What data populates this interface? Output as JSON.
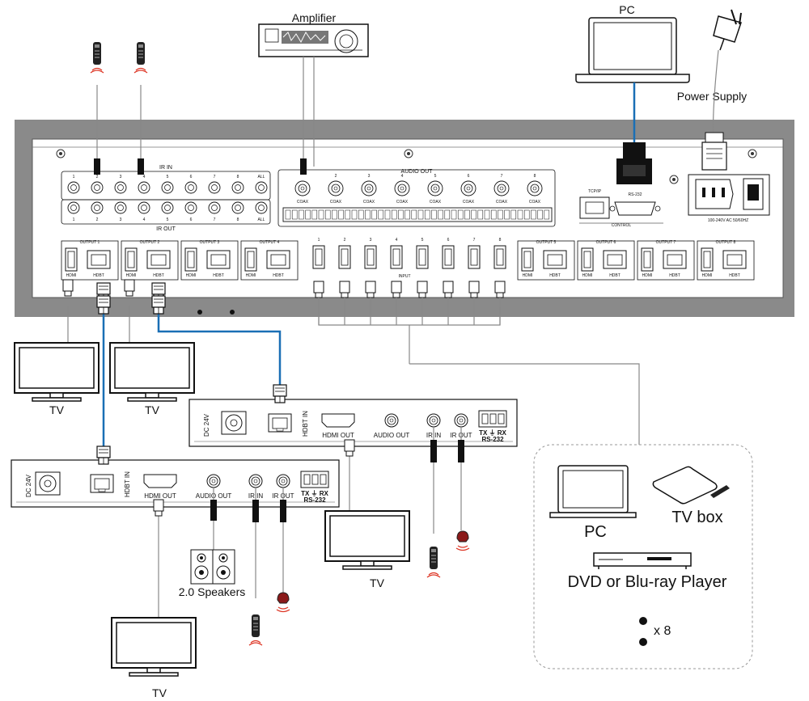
{
  "labels": {
    "amplifier": "Amplifier",
    "pc_top": "PC",
    "power_supply": "Power Supply",
    "tv": "TV",
    "speakers": "2.0 Speakers",
    "sources_pc": "PC",
    "sources_tvbox": "TV box",
    "sources_dvd": "DVD or Blu-ray Player",
    "sources_count": "x 8"
  },
  "matrix": {
    "ir_in": "IR IN",
    "ir_out": "IR OUT",
    "audio_out": "AUDIO OUT",
    "coax": "COAX",
    "tcpip": "TCP/IP",
    "rs232": "RS-232",
    "control": "CONTROL",
    "input": "INPUT",
    "power_rating": "100-240V AC 50/60HZ",
    "hdmi": "HDMI",
    "hdbt": "HDBT",
    "all": "ALL",
    "numbers": [
      "1",
      "2",
      "3",
      "4",
      "5",
      "6",
      "7",
      "8"
    ],
    "outputs": [
      "OUTPUT 1",
      "OUTPUT 2",
      "OUTPUT 3",
      "OUTPUT 4",
      "OUTPUT 5",
      "OUTPUT 6",
      "OUTPUT 7",
      "OUTPUT 8"
    ]
  },
  "extender": {
    "dc": "DC 24V",
    "hdbt_in": "HDBT IN",
    "hdmi_out": "HDMI OUT",
    "audio_out": "AUDIO OUT",
    "ir_in": "IR IN",
    "ir_out": "IR OUT",
    "txrx": "TX ⏚ RX",
    "rs232": "RS-232"
  }
}
